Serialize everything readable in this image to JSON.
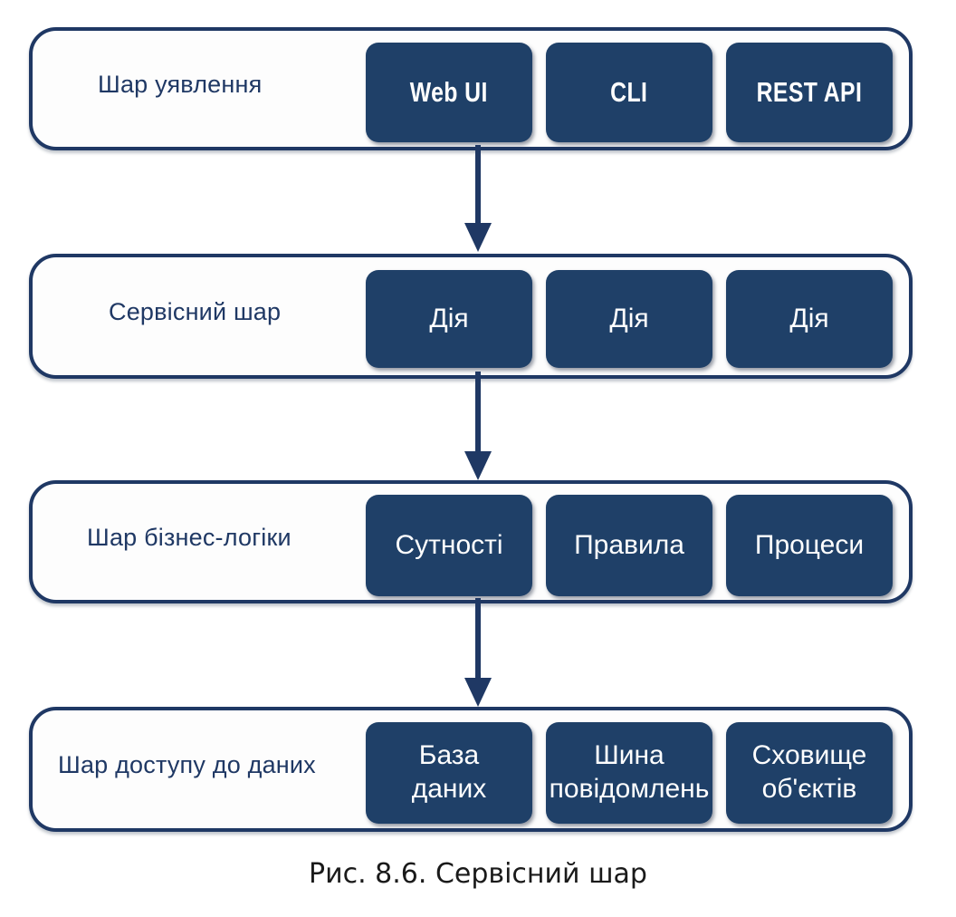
{
  "figure": {
    "caption": "Рис. 8.6. Сервісний шар",
    "colors": {
      "node_fill": "#1F4068",
      "layer_border": "#1F3864",
      "layer_background": "#FDFDFD",
      "label_text": "#1F3864",
      "node_text": "#FFFFFF",
      "arrow": "#1F3864",
      "caption_text": "#1A1A1A",
      "page_background": "#FFFFFF"
    }
  },
  "layers": [
    {
      "id": "presentation",
      "label": "Шар уявлення",
      "nodes": [
        {
          "label": "Web UI"
        },
        {
          "label": "CLI"
        },
        {
          "label": "REST API"
        }
      ]
    },
    {
      "id": "service",
      "label": "Сервісний шар",
      "nodes": [
        {
          "label": "Дія"
        },
        {
          "label": "Дія"
        },
        {
          "label": "Дія"
        }
      ]
    },
    {
      "id": "business",
      "label": "Шар бізнес-логіки",
      "nodes": [
        {
          "label": "Сутності"
        },
        {
          "label": "Правила"
        },
        {
          "label": "Процеси"
        }
      ]
    },
    {
      "id": "data",
      "label": "Шар доступу до даних",
      "nodes": [
        {
          "label": "База\nданих"
        },
        {
          "label": "Шина\nповідомлень"
        },
        {
          "label": "Сховище\nоб'єктів"
        }
      ]
    }
  ],
  "arrows": [
    {
      "id": "presentation-to-service",
      "direction": "down"
    },
    {
      "id": "service-to-business",
      "direction": "down"
    },
    {
      "id": "business-to-data",
      "direction": "down"
    }
  ]
}
